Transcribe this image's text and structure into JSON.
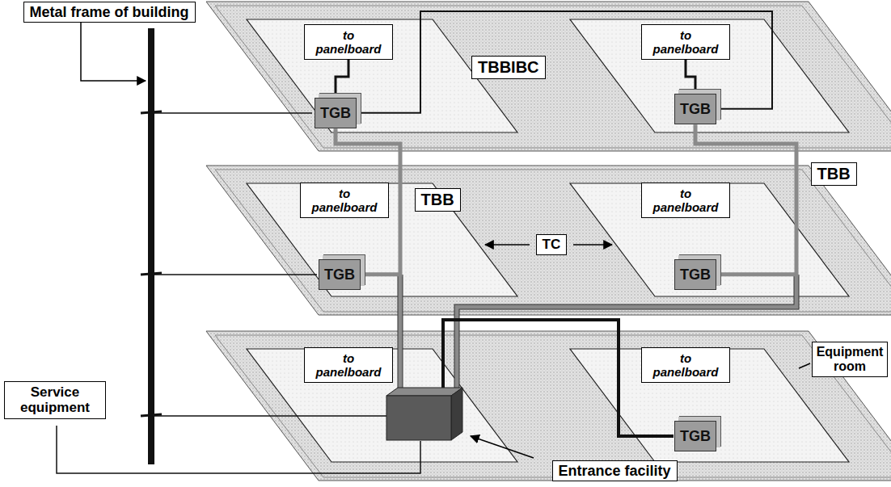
{
  "diagram": {
    "nodes": [
      {
        "text": [
          "Metal frame of building"
        ]
      },
      {
        "text": [
          "to panelboard"
        ]
      },
      {
        "text": [
          "TBBIBC"
        ]
      },
      {
        "text": [
          "to panelboard"
        ]
      },
      {
        "text": [
          "TGB"
        ]
      },
      {
        "text": [
          "TGB"
        ]
      },
      {
        "text": [
          "to panelboard"
        ]
      },
      {
        "text": [
          "TBB"
        ]
      },
      {
        "text": [
          "to panelboard"
        ]
      },
      {
        "text": [
          "TBB"
        ]
      },
      {
        "text": [
          "TC"
        ]
      },
      {
        "text": [
          "TGB"
        ]
      },
      {
        "text": [
          "TGB"
        ]
      },
      {
        "text": [
          "to panelboard"
        ]
      },
      {
        "text": [
          "Service equipment"
        ]
      },
      {
        "text": [
          "to panelboard"
        ]
      },
      {
        "text": [
          "Equipment room"
        ]
      },
      {
        "text": [
          "TGB"
        ]
      },
      {
        "text": [
          "Entrance facility"
        ]
      }
    ],
    "edges": [
      {
        "from": 4,
        "to": 1,
        "arrow": "none"
      },
      {
        "from": 5,
        "to": 3,
        "arrow": "none"
      },
      {
        "from": 4,
        "to": 5,
        "arrow": "none"
      },
      {
        "from": 11,
        "to": 4,
        "arrow": "none"
      },
      {
        "from": 12,
        "to": 5,
        "arrow": "none"
      }
    ]
  }
}
